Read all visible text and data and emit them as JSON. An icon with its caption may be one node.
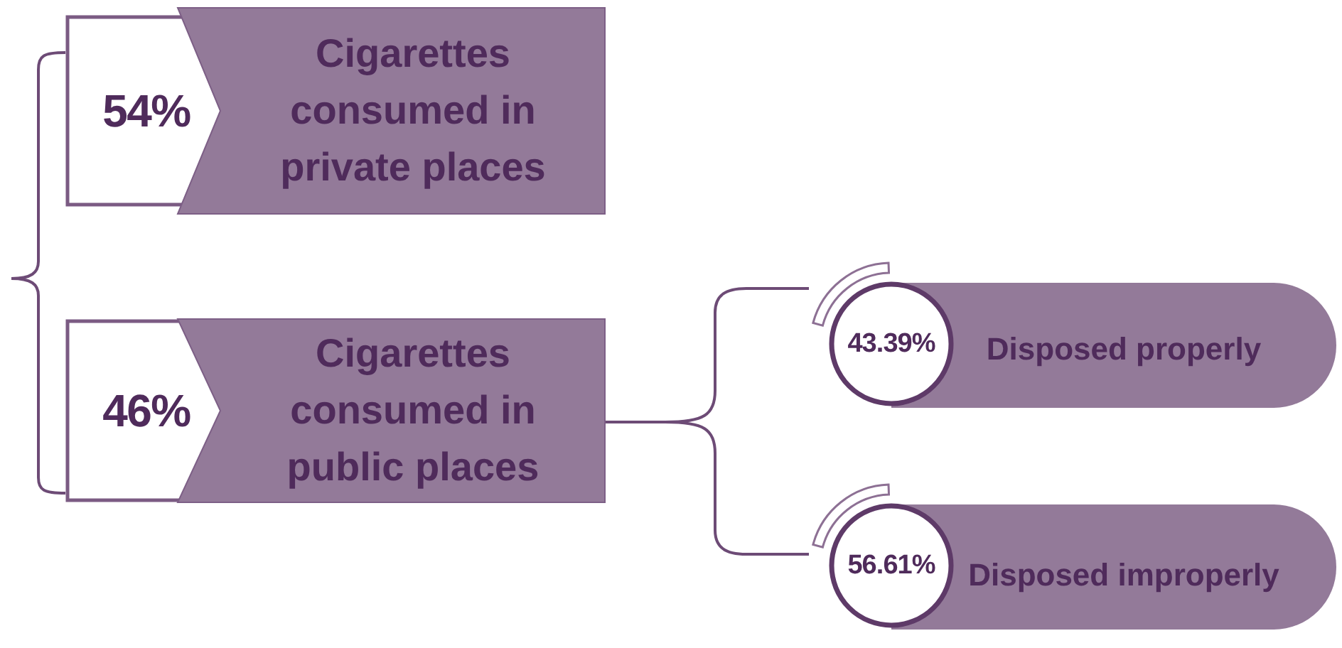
{
  "diagram": {
    "nodes": [
      {
        "text": [
          "54%",
          "Cigarettes consumed in private places"
        ]
      },
      {
        "text": [
          "46%",
          "Cigarettes consumed in public places"
        ]
      },
      {
        "text": [
          "43.39%"
        ]
      },
      {
        "text": [
          "Disposed properly"
        ]
      },
      {
        "text": [
          "56.61%"
        ]
      },
      {
        "text": [
          "Disposed improperly"
        ]
      }
    ],
    "edges": [
      {
        "from": 1,
        "to": 2,
        "arrow": "none"
      },
      {
        "from": 1,
        "to": 4,
        "arrow": "none"
      }
    ]
  }
}
